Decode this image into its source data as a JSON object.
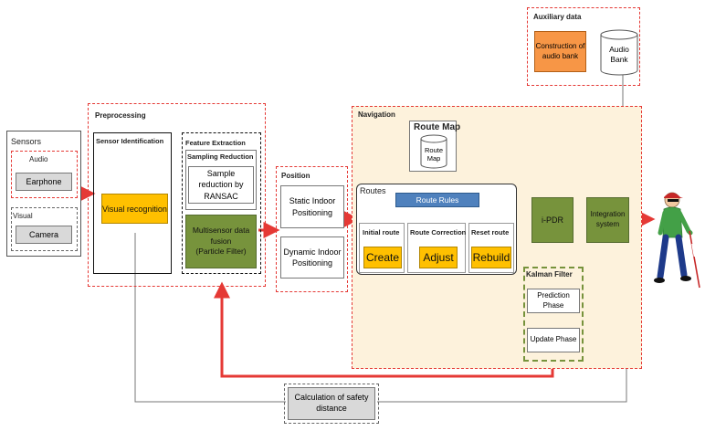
{
  "sensors": {
    "title": "Sensors",
    "audio_label": "Audio",
    "earphone": "Earphone",
    "visual_label": "Visual",
    "camera": "Camera"
  },
  "preprocessing": {
    "title": "Preprocessing",
    "sensor_identification": "Sensor Identification",
    "visual_recognition": "Visual recognition",
    "feature_extraction": "Feature Extraction",
    "sampling_reduction": "Sampling Reduction",
    "sample_reduction": "Sample reduction by RANSAC",
    "fusion_line1": "Multisensor data fusion",
    "fusion_line2": "(Particle Filter)"
  },
  "position": {
    "title": "Position",
    "static": "Static Indoor Positioning",
    "dynamic": "Dynamic Indoor Positioning"
  },
  "navigation": {
    "title": "Navigation",
    "route_map_title": "Route Map",
    "route_map_db_line1": "Route",
    "route_map_db_line2": "Map",
    "routes_title": "Routes",
    "route_rules": "Route Rules",
    "initial_route": "Initial route",
    "route_correction": "Route Correction",
    "reset_route": "Reset route",
    "create": "Create",
    "adjust": "Adjust",
    "rebuild": "Rebuild",
    "ipdr": "i-PDR",
    "integration": "Integration system",
    "kalman_title": "Kalman Filter",
    "prediction": "Prediction Phase",
    "update": "Update Phase"
  },
  "auxiliary": {
    "title": "Auxiliary data",
    "construction": "Construction of audio bank",
    "audio_bank_line1": "Audio",
    "audio_bank_line2": "Bank"
  },
  "bottom": {
    "safety": "Calculation of safety distance"
  },
  "colors": {
    "red_dash": "#e53935",
    "navigation_bg": "#fdf2dc",
    "orange": "#ffc000",
    "green": "#77933c",
    "blue": "#4f81bd",
    "construction": "#f79646"
  }
}
